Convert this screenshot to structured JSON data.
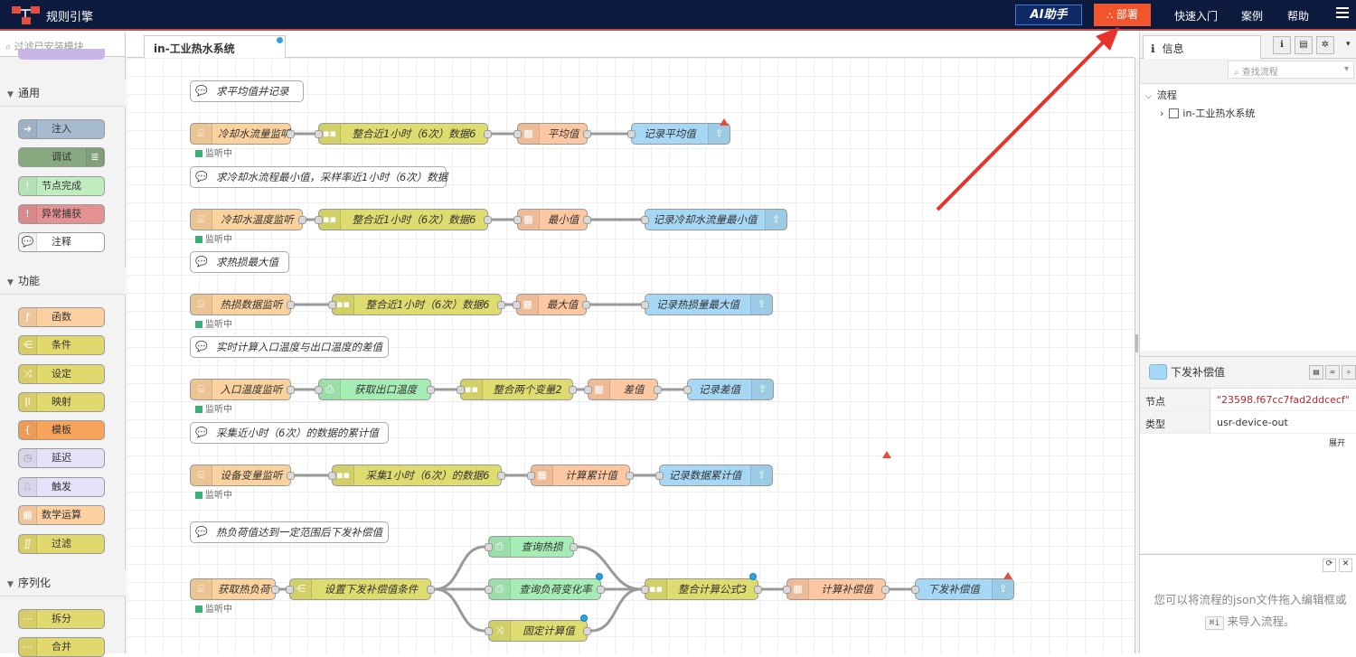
{
  "header": {
    "title": "规则引擎",
    "ai_label": "AI助手",
    "deploy_label": "部署",
    "nav": [
      "快速入门",
      "案例",
      "帮助"
    ]
  },
  "palette": {
    "search_placeholder": "过滤已安装模块",
    "categories": [
      {
        "name": "通用",
        "items": [
          "注入",
          "调试",
          "节点完成",
          "异常捕获",
          "注释"
        ]
      },
      {
        "name": "功能",
        "items": [
          "函数",
          "条件",
          "设定",
          "映射",
          "模板",
          "延迟",
          "触发",
          "数学运算",
          "过滤"
        ]
      },
      {
        "name": "序列化",
        "items": [
          "拆分",
          "合并"
        ]
      }
    ]
  },
  "tab": {
    "label": "in-工业热水系统"
  },
  "flow": {
    "comments": [
      "求平均值并记录",
      "求冷却水流程最小值，采样率近1小时（6次）数据",
      "求热损最大值",
      "实时计算入口温度与出口温度的差值",
      "采集近小时（6次）的数据的累计值",
      "热负荷值达到一定范围后下发补偿值"
    ],
    "nodes": [
      "冷却水流量监听",
      "整合近1小时（6次）数据6",
      "平均值",
      "记录平均值",
      "冷却水温度监听",
      "整合近1小时（6次）数据6",
      "最小值",
      "记录冷却水流量最小值",
      "热损数据监听",
      "整合近1小时（6次）数据6",
      "最大值",
      "记录热损量最大值",
      "入口温度监听",
      "获取出口温度",
      "整合两个变量2",
      "差值",
      "记录差值",
      "设备变量监听",
      "采集1小时（6次）的数据6",
      "计算累计值",
      "记录数据累计值",
      "获取热负荷",
      "设置下发补偿值条件",
      "查询热损",
      "查询负荷变化率",
      "固定计算值",
      "整合计算公式3",
      "计算补偿值",
      "下发补偿值"
    ],
    "status_text": "监听中"
  },
  "sidebar": {
    "tab_label": "信息",
    "search_placeholder": "查找流程",
    "tree_root": "流程",
    "tree_item": "in-工业热水系统",
    "node_title": "下发补偿值",
    "props": [
      {
        "key": "节点",
        "value": "\"23598.f67cc7fad2ddcecf\""
      },
      {
        "key": "类型",
        "value": "usr-device-out"
      }
    ],
    "expand_label": "展开",
    "help_line1": "您可以将流程的json文件拖入编辑框或",
    "help_key": "⌘i",
    "help_line2": "来导入流程。"
  },
  "colors": {
    "topbar": "#0c1b3d",
    "deploy": "#f2542d",
    "listen": "#f9d29d",
    "func": "#dedc6f",
    "math": "#fdc7a2",
    "output": "#a6d8f5",
    "query": "#a6ecb5"
  }
}
